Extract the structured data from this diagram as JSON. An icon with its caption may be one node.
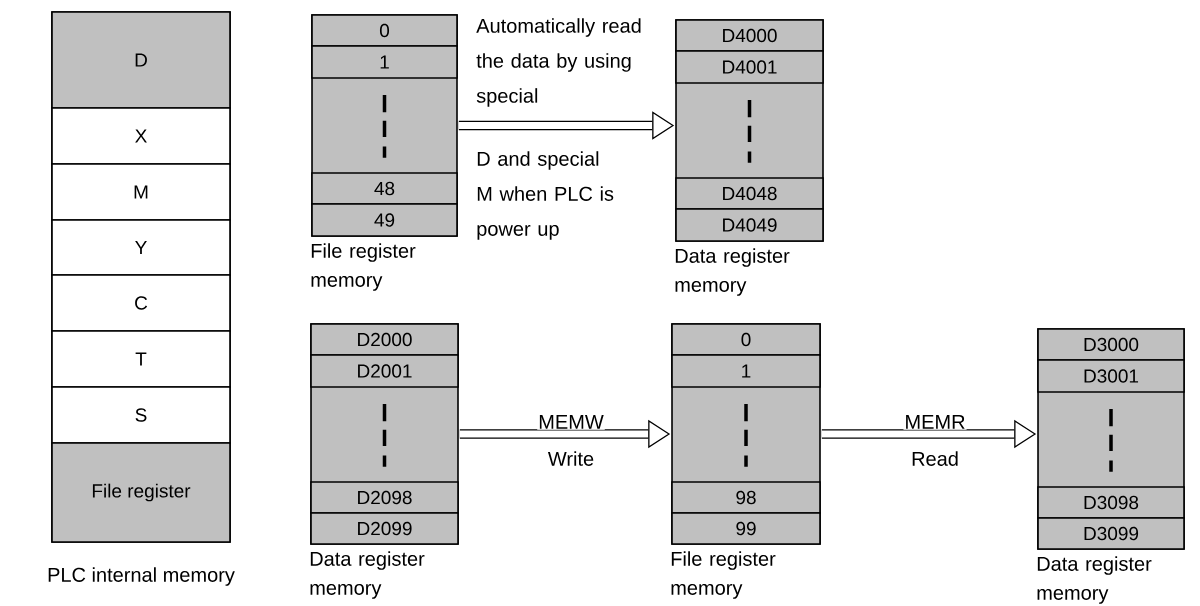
{
  "diagram": {
    "nodes": [
      {
        "text": [],
        "shape": "box",
        "beside": [
          "PLC internal memory"
        ]
      },
      {
        "text": [
          "D"
        ],
        "in": 0
      },
      {
        "text": [
          "X"
        ],
        "in": 0
      },
      {
        "text": [
          "M"
        ],
        "in": 0
      },
      {
        "text": [
          "Y"
        ],
        "in": 0
      },
      {
        "text": [
          "C"
        ],
        "in": 0
      },
      {
        "text": [
          "T"
        ],
        "in": 0
      },
      {
        "text": [
          "S"
        ],
        "in": 0
      },
      {
        "text": [
          "File register"
        ],
        "in": 0
      },
      {
        "text": [],
        "shape": "box",
        "beside": [
          "File register memory"
        ]
      },
      {
        "text": [
          "0"
        ],
        "in": 9
      },
      {
        "text": [
          "1"
        ],
        "in": 9
      },
      {
        "text": [
          "48"
        ],
        "in": 9
      },
      {
        "text": [
          "49"
        ],
        "in": 9
      },
      {
        "text": [],
        "shape": "box",
        "beside": [
          "Data register memory"
        ]
      },
      {
        "text": [
          "D4000"
        ],
        "in": 14
      },
      {
        "text": [
          "D4001"
        ],
        "in": 14
      },
      {
        "text": [
          "D4048"
        ],
        "in": 14
      },
      {
        "text": [
          "D4049"
        ],
        "in": 14
      },
      {
        "text": [],
        "shape": "box",
        "beside": [
          "Data register memory"
        ]
      },
      {
        "text": [
          "D2000"
        ],
        "in": 19
      },
      {
        "text": [
          "D2001"
        ],
        "in": 19
      },
      {
        "text": [
          "D2098"
        ],
        "in": 19
      },
      {
        "text": [
          "D2099"
        ],
        "in": 19
      },
      {
        "text": [],
        "shape": "box",
        "beside": [
          "File register memory"
        ]
      },
      {
        "text": [
          "0"
        ],
        "in": 24
      },
      {
        "text": [
          "1"
        ],
        "in": 24
      },
      {
        "text": [
          "98"
        ],
        "in": 24
      },
      {
        "text": [
          "99"
        ],
        "in": 24
      },
      {
        "text": [],
        "shape": "box",
        "beside": [
          "Data register memory"
        ]
      },
      {
        "text": [
          "D3000"
        ],
        "in": 29
      },
      {
        "text": [
          "D3001"
        ],
        "in": 29
      },
      {
        "text": [
          "D3098"
        ],
        "in": 29
      },
      {
        "text": [
          "D3099"
        ],
        "in": 29
      }
    ],
    "edges": [
      {
        "from": 9,
        "to": 14,
        "arrow": "to",
        "label": "Automatically read the data by using special"
      },
      {
        "from": 19,
        "to": 24,
        "arrow": "to",
        "label": "MEMW"
      },
      {
        "from": 24,
        "to": 29,
        "arrow": "to",
        "label": "MEMR"
      }
    ],
    "labels": [
      "D and special M when PLC is power up",
      "Write",
      "Read"
    ]
  }
}
